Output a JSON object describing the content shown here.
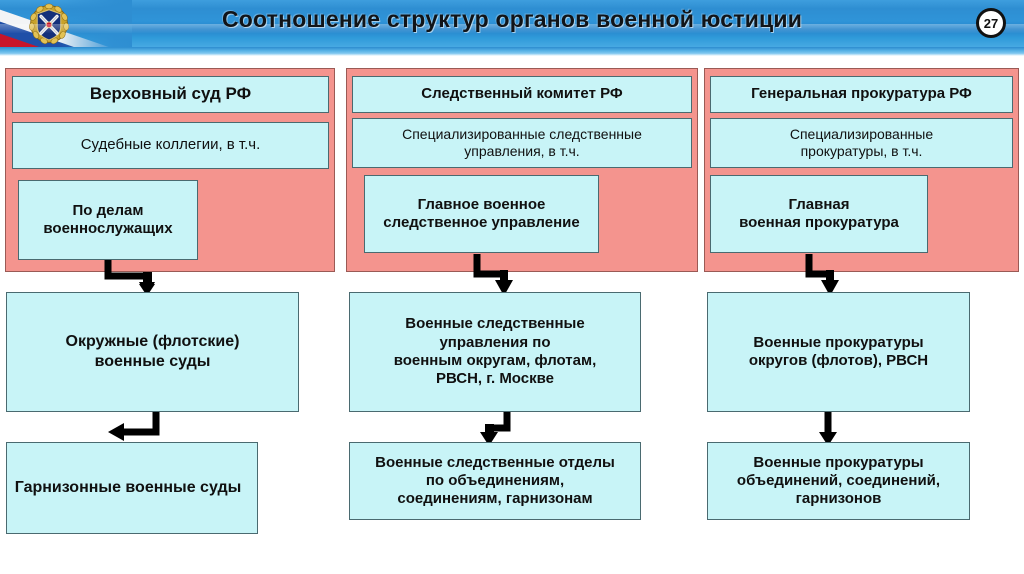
{
  "header": {
    "title": "Соотношение структур органов военной юстиции",
    "page_number": "27",
    "emblem_name": "military-justice-emblem",
    "colors": {
      "header_blue": "#2e8ed2",
      "flag_white": "#f3f4f6",
      "flag_blue": "#1f4fa8",
      "flag_red": "#c8152a"
    }
  },
  "diagram": {
    "colors": {
      "panel_red": "#f4948e",
      "box_cyan": "#c8f4f7",
      "box_border": "#4a6a70",
      "arrow": "#000000"
    },
    "columns": [
      {
        "key": "courts",
        "panel_name": "panel-supreme-court",
        "top_boxes": [
          {
            "name": "box-supreme-court",
            "text": "Верховный суд РФ",
            "weight": "bold"
          },
          {
            "name": "box-judicial-collegia",
            "text": "Судебные коллегии, в т.ч.",
            "weight": "normal"
          },
          {
            "name": "box-servicemen-cases",
            "text": "По делам\nвоеннослужащих",
            "weight": "bold"
          }
        ],
        "middle_box": {
          "name": "box-district-naval-courts",
          "text": "Окружные (флотские)\nвоенные суды",
          "weight": "bold"
        },
        "bottom_box": {
          "name": "box-garrison-courts",
          "text": "Гарнизонные военные суды",
          "weight": "bold"
        }
      },
      {
        "key": "investigative",
        "panel_name": "panel-investigative-committee",
        "top_boxes": [
          {
            "name": "box-investigative-committee",
            "text": "Следственный комитет РФ",
            "weight": "bold"
          },
          {
            "name": "box-specialized-investigative-directorates",
            "text": "Специализированные следственные\nуправления, в т.ч.",
            "weight": "normal"
          },
          {
            "name": "box-main-military-investigative-directorate",
            "text": "Главное военное\nследственное управление",
            "weight": "bold"
          }
        ],
        "middle_box": {
          "name": "box-military-investigative-directorates",
          "text": "Военные следственные\nуправления по\nвоенным округам, флотам,\nРВСН, г. Москве",
          "weight": "bold"
        },
        "bottom_box": {
          "name": "box-military-investigative-departments",
          "text": "Военные следственные отделы\nпо объединениям,\nсоединениям, гарнизонам",
          "weight": "bold"
        }
      },
      {
        "key": "prosecution",
        "panel_name": "panel-general-prosecutor",
        "top_boxes": [
          {
            "name": "box-general-prosecutors-office",
            "text": "Генеральная прокуратура РФ",
            "weight": "bold"
          },
          {
            "name": "box-specialized-prosecutors-offices",
            "text": "Специализированные\nпрокуратуры, в т.ч.",
            "weight": "normal"
          },
          {
            "name": "box-main-military-prosecutors-office",
            "text": "Главная\nвоенная прокуратура",
            "weight": "bold"
          }
        ],
        "middle_box": {
          "name": "box-district-military-prosecutors",
          "text": "Военные прокуратуры\nокругов (флотов), РВСН",
          "weight": "bold"
        },
        "bottom_box": {
          "name": "box-formation-military-prosecutors",
          "text": "Военные прокуратуры\nобъединений, соединений,\nгарнизонов",
          "weight": "bold"
        }
      }
    ],
    "connectors": [
      {
        "name": "arrow-courts-top-to-middle",
        "shape": "elbow-down-right-down"
      },
      {
        "name": "arrow-courts-middle-to-bottom",
        "shape": "elbow-down-left"
      },
      {
        "name": "arrow-investigative-top-to-middle",
        "shape": "elbow-down-right-down"
      },
      {
        "name": "arrow-investigative-middle-to-bottom",
        "shape": "elbow-down-left-down"
      },
      {
        "name": "arrow-prosecution-top-to-middle",
        "shape": "elbow-down-right-down"
      },
      {
        "name": "arrow-prosecution-middle-to-bottom",
        "shape": "straight-down"
      }
    ]
  }
}
